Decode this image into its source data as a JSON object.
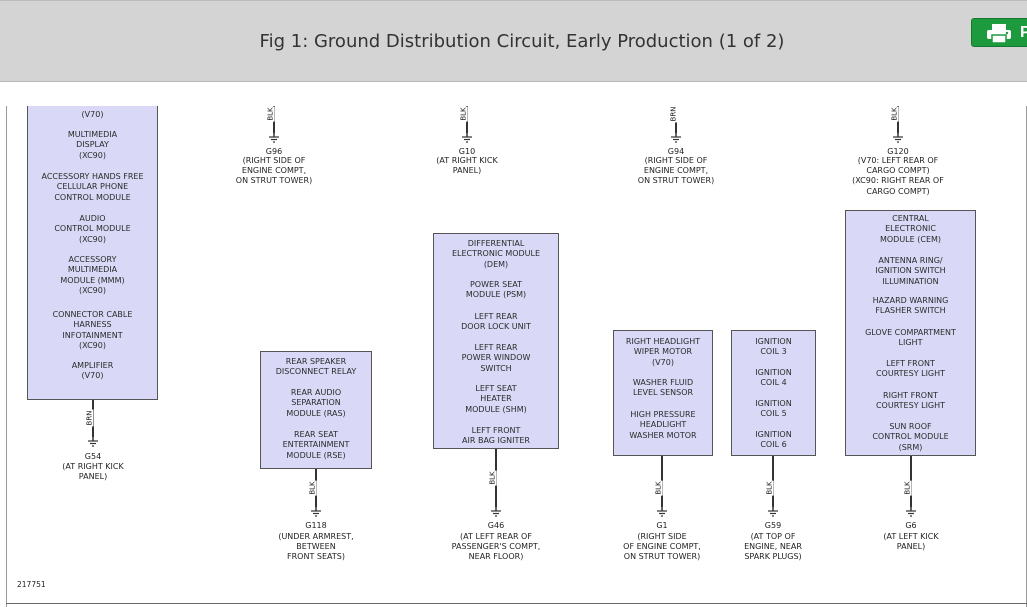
{
  "header": {
    "title": "Fig 1: Ground Distribution Circuit, Early Production (1 of 2)",
    "print_label": "P"
  },
  "diagram": {
    "figure_number": "217751",
    "grounds": [
      {
        "id": "G54",
        "wire": "BRN",
        "location": "(AT RIGHT KICK\nPANEL)"
      },
      {
        "id": "G96",
        "wire": "BLK",
        "location": "(RIGHT SIDE OF\nENGINE COMPT,\nON STRUT TOWER)"
      },
      {
        "id": "G10",
        "wire": "BLK",
        "location": "(AT RIGHT KICK\nPANEL)"
      },
      {
        "id": "G94",
        "wire": "BRN",
        "location": "(RIGHT SIDE OF\nENGINE COMPT,\nON STRUT TOWER)"
      },
      {
        "id": "G120",
        "wire": "BLK",
        "location": "(V70: LEFT REAR OF\nCARGO COMPT)\n(XC90: RIGHT REAR OF\nCARGO COMPT)"
      },
      {
        "id": "G118",
        "wire": "BLK",
        "location": "(UNDER ARMREST,\nBETWEEN\nFRONT SEATS)"
      },
      {
        "id": "G46",
        "wire": "BLK",
        "location": "(AT LEFT REAR OF\nPASSENGER'S COMPT,\nNEAR FLOOR)"
      },
      {
        "id": "G1",
        "wire": "BLK",
        "location": "(RIGHT SIDE\nOF ENGINE COMPT,\nON STRUT TOWER)"
      },
      {
        "id": "G59",
        "wire": "BLK",
        "location": "(AT TOP OF\nENGINE, NEAR\nSPARK PLUGS)"
      },
      {
        "id": "G6",
        "wire": "BLK",
        "location": "(AT LEFT KICK\nPANEL)"
      }
    ],
    "boxes": [
      {
        "components": [
          "(V70)",
          "MULTIMEDIA\nDISPLAY\n(XC90)",
          "ACCESSORY HANDS FREE\nCELLULAR PHONE\nCONTROL MODULE",
          "AUDIO\nCONTROL MODULE\n(XC90)",
          "ACCESSORY\nMULTIMEDIA\nMODULE (MMM)\n(XC90)",
          "CONNECTOR CABLE\nHARNESS\nINFOTAINMENT\n(XC90)",
          "AMPLIFIER\n(V70)"
        ]
      },
      {
        "components": [
          "REAR SPEAKER\nDISCONNECT RELAY",
          "REAR AUDIO\nSEPARATION\nMODULE (RAS)",
          "REAR SEAT\nENTERTAINMENT\nMODULE (RSE)"
        ]
      },
      {
        "components": [
          "DIFFERENTIAL\nELECTRONIC MODULE\n(DEM)",
          "POWER SEAT\nMODULE (PSM)",
          "LEFT REAR\nDOOR LOCK UNIT",
          "LEFT REAR\nPOWER WINDOW\nSWITCH",
          "LEFT SEAT\nHEATER\nMODULE (SHM)",
          "LEFT FRONT\nAIR BAG IGNITER"
        ]
      },
      {
        "components": [
          "RIGHT HEADLIGHT\nWIPER MOTOR\n(V70)",
          "WASHER FLUID\nLEVEL SENSOR",
          "HIGH PRESSURE\nHEADLIGHT\nWASHER MOTOR"
        ]
      },
      {
        "components": [
          "IGNITION\nCOIL 3",
          "IGNITION\nCOIL 4",
          "IGNITION\nCOIL 5",
          "IGNITION\nCOIL 6"
        ]
      },
      {
        "components": [
          "CENTRAL\nELECTRONIC\nMODULE (CEM)",
          "ANTENNA RING/\nIGNITION SWITCH\nILLUMINATION",
          "HAZARD WARNING\nFLASHER SWITCH",
          "GLOVE COMPARTMENT\nLIGHT",
          "LEFT FRONT\nCOURTESY LIGHT",
          "RIGHT FRONT\nCOURTESY LIGHT",
          "SUN ROOF\nCONTROL MODULE\n(SRM)"
        ]
      }
    ]
  },
  "colors": {
    "header_bg": "#d4d4d4",
    "box_fill": "#d9d9f7",
    "print_button": "#1e9a3e"
  },
  "icons": {
    "print": "printer-icon",
    "ground": "ground-symbol-icon"
  }
}
